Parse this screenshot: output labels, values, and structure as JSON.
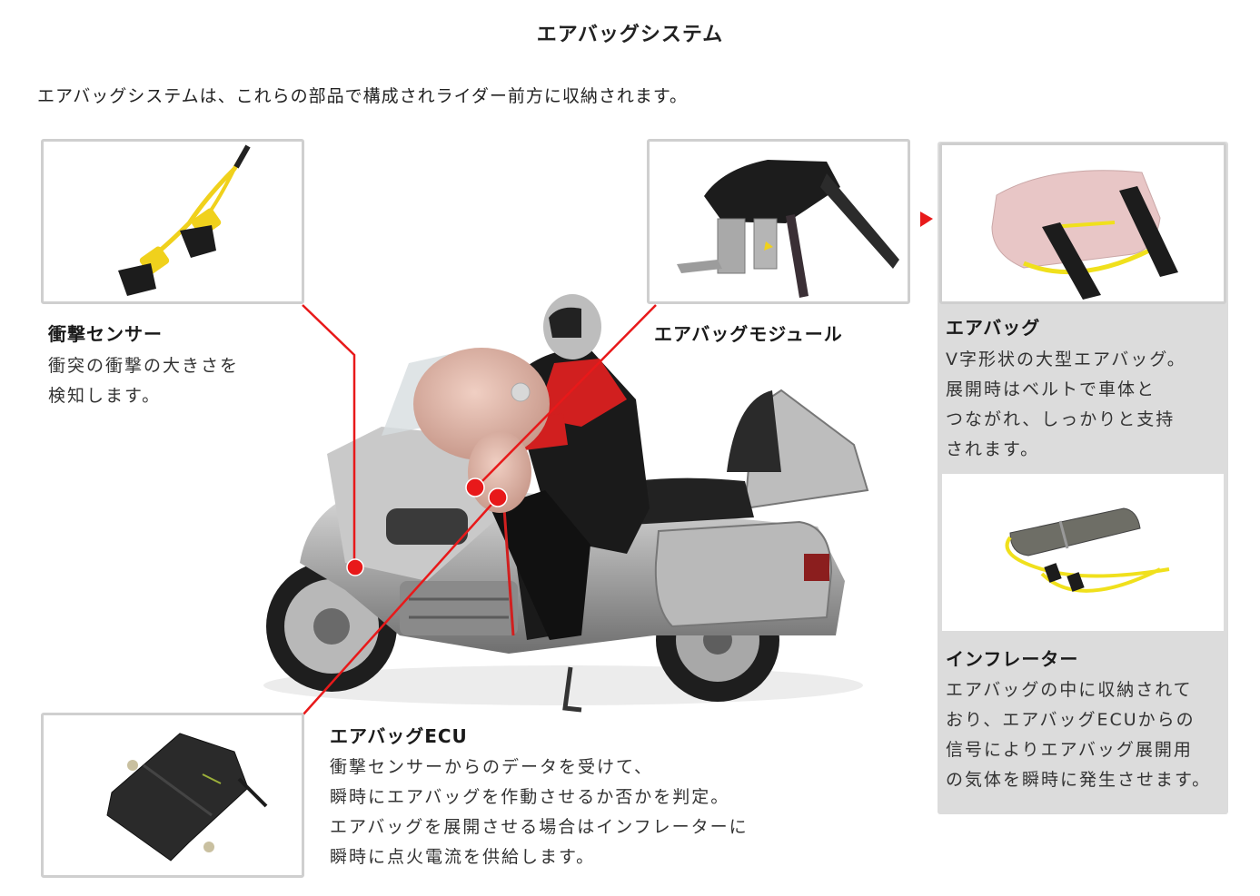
{
  "page": {
    "title": "エアバッグシステム",
    "intro": "エアバッグシステムは、これらの部品で構成されライダー前方に収納されます。"
  },
  "parts": {
    "impact_sensor": {
      "title": "衝撃センサー",
      "desc": "衝突の衝撃の大きさを\n検知します。"
    },
    "airbag_module": {
      "title": "エアバッグモジュール"
    },
    "airbag": {
      "title": "エアバッグ",
      "desc": "V字形状の大型エアバッグ。\n展開時はベルトで車体と\nつながれ、しっかりと支持\nされます。"
    },
    "inflator": {
      "title": "インフレーター",
      "desc": "エアバッグの中に収納されて\nおり、エアバッグECUからの\n信号によりエアバッグ展開用\nの気体を瞬時に発生させます。"
    },
    "airbag_ecu": {
      "title": "エアバッグECU",
      "desc": "衝撃センサーからのデータを受けて、\n瞬時にエアバッグを作動させるか否かを判定。\nエアバッグを展開させる場合はインフレーターに\n瞬時に点火電流を供給します。"
    }
  },
  "colors": {
    "callout_red": "#e8191a",
    "panel_gray": "#dcdcdc",
    "box_border": "#cfcfcf"
  }
}
